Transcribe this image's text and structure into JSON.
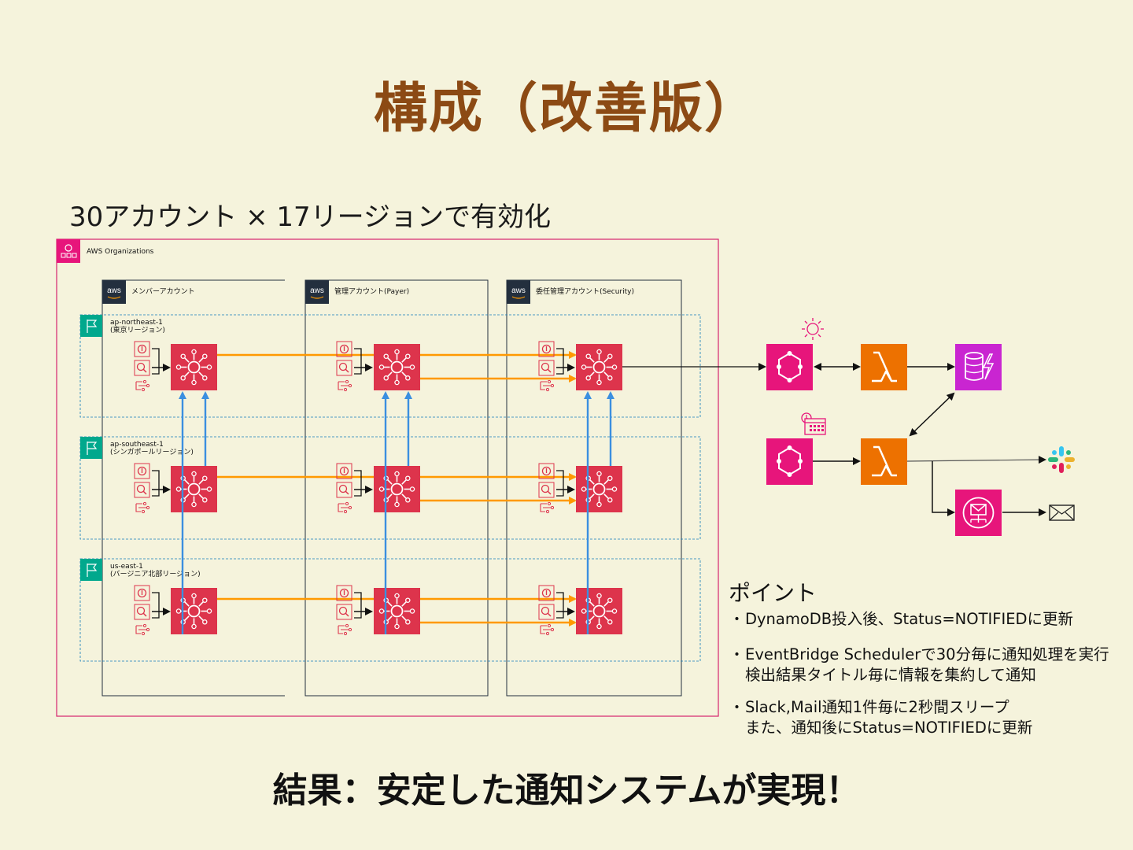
{
  "title": "構成（改善版）",
  "subtitle": "30アカウント × 17リージョンで有効化",
  "org_label": "AWS Organizations",
  "accounts": [
    {
      "label": "メンバーアカウント",
      "logo": "aws"
    },
    {
      "label": "管理アカウント(Payer)",
      "logo": "aws"
    },
    {
      "label": "委任管理アカウント(Security)",
      "logo": "aws"
    }
  ],
  "regions": [
    {
      "line1": "ap-northeast-1",
      "line2": "(東京リージョン)"
    },
    {
      "line1": "ap-southeast-1",
      "line2": "(シンガポールリージョン)"
    },
    {
      "line1": "us-east-1",
      "line2": "(バージニア北部リージョン)"
    }
  ],
  "icons": {
    "org": "organizations-icon",
    "region_flag": "region-flag-icon",
    "hub": "security-hub-icon",
    "finding_source": [
      "guardduty-icon",
      "inspector-icon",
      "config-icon"
    ],
    "eventbridge_rule": "eventbridge-icon",
    "eventbridge_scheduler": "eventbridge-scheduler-icon",
    "lambda": "lambda-icon",
    "dynamodb": "dynamodb-icon",
    "sns": "sns-icon",
    "slack": "slack-icon",
    "mail": "mail-icon"
  },
  "colors": {
    "title": "#8c4a14",
    "background": "#f5f3dc",
    "organization_border": "#d6246e",
    "security_hub": "#dd344c",
    "eventbridge": "#e7157b",
    "lambda": "#ed7100",
    "dynamodb": "#c925d1",
    "aggregation_arrow": "#f90",
    "cross_region_arrow": "#3b8fe0",
    "region_border": "#147eba",
    "region_flag": "#01a88d"
  },
  "points": {
    "title": "ポイント",
    "items": [
      {
        "bullet": "・",
        "line1": "DynamoDB投入後、Status=NOTIFIEDに更新",
        "line2": ""
      },
      {
        "bullet": "・",
        "line1": "EventBridge Schedulerで30分毎に通知処理を実行",
        "line2": "検出結果タイトル毎に情報を集約して通知"
      },
      {
        "bullet": "・",
        "line1": "Slack,Mail通知1件毎に2秒間スリープ",
        "line2": "また、通知後にStatus=NOTIFIEDに更新"
      }
    ]
  },
  "result": "結果：安定した通知システムが実現！"
}
